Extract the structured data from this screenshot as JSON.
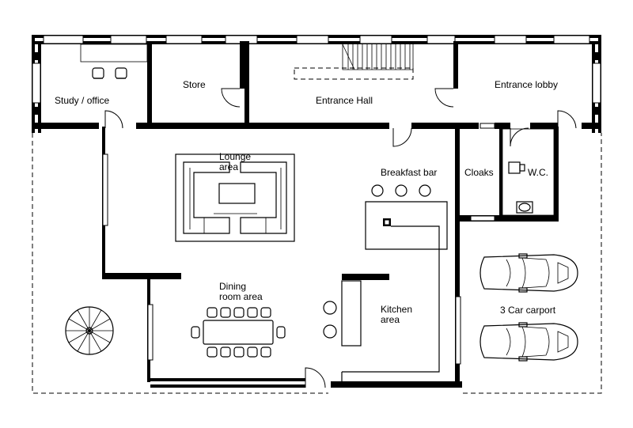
{
  "rooms": {
    "study": "Study / office",
    "store": "Store",
    "entrance_hall": "Entrance Hall",
    "entrance_lobby": "Entrance lobby",
    "lounge": [
      "Lounge",
      "area"
    ],
    "breakfast_bar": "Breakfast bar",
    "cloaks": "Cloaks",
    "wc": "W.C.",
    "dining": [
      "Dining",
      "room area"
    ],
    "kitchen": [
      "Kitchen",
      "area"
    ],
    "carport": "3 Car carport"
  },
  "colors": {
    "line": "#000000",
    "background": "#ffffff"
  }
}
